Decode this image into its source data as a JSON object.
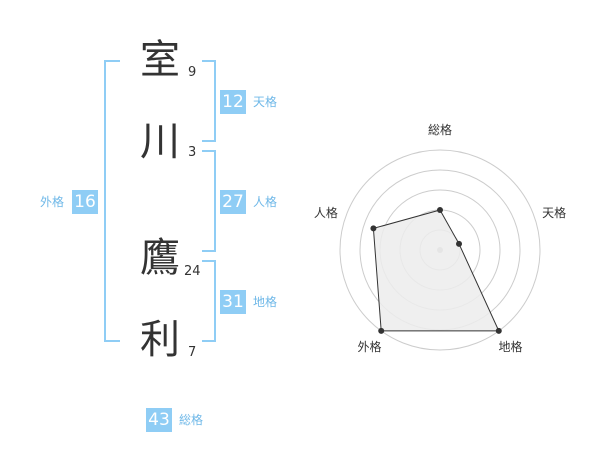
{
  "name": {
    "characters": [
      {
        "char": "室",
        "strokes": "9"
      },
      {
        "char": "川",
        "strokes": "3"
      },
      {
        "char": "鷹",
        "strokes": "24"
      },
      {
        "char": "利",
        "strokes": "7"
      }
    ]
  },
  "fortune": {
    "tenkaku": {
      "value": "12",
      "label": "天格"
    },
    "jinkaku": {
      "value": "27",
      "label": "人格"
    },
    "chikaku": {
      "value": "31",
      "label": "地格"
    },
    "gaikaku": {
      "value": "16",
      "label": "外格"
    },
    "soukaku": {
      "value": "43",
      "label": "総格"
    }
  },
  "radar": {
    "labels": [
      "総格",
      "天格",
      "地格",
      "外格",
      "人格"
    ],
    "levels": [
      0.4,
      0.2,
      1.0,
      1.0,
      0.7
    ],
    "colors": {
      "ring": "#cccccc",
      "fill": "#ececec",
      "line": "#333333",
      "point": "#333333"
    }
  }
}
